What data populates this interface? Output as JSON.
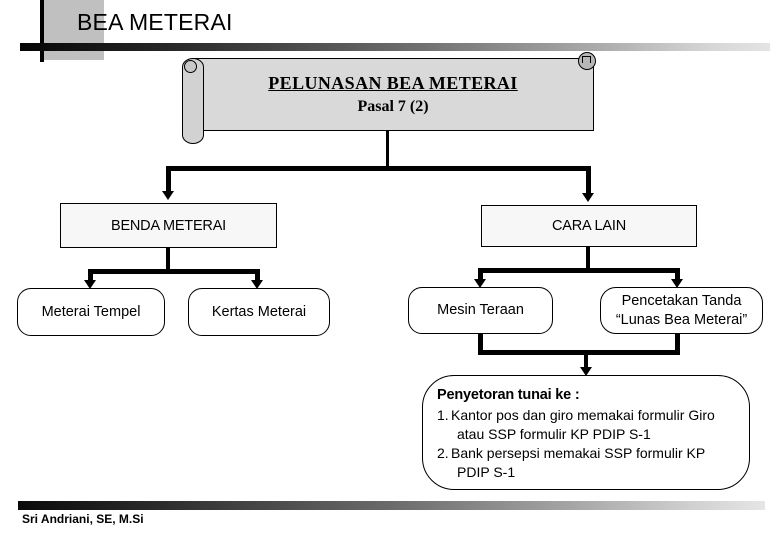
{
  "header": {
    "title": "BEA METERAI"
  },
  "footer": {
    "author": "Sri Andriani, SE, M.Si"
  },
  "banner": {
    "title": "PELUNASAN BEA METERAI",
    "subtitle": "Pasal 7 (2)"
  },
  "nodes": {
    "benda_meterai": "BENDA METERAI",
    "cara_lain": "CARA LAIN",
    "meterai_tempel": "Meterai Tempel",
    "kertas_meterai": "Kertas Meterai",
    "mesin_teraan": "Mesin Teraan",
    "pencetakan_tanda": "Pencetakan Tanda “Lunas Bea Meterai”"
  },
  "note": {
    "title": "Penyetoran tunai ke :",
    "items": [
      {
        "num": "1.",
        "text": "Kantor pos dan giro memakai formulir Giro atau SSP formulir KP PDIP S-1"
      },
      {
        "num": "2.",
        "text": "Bank persepsi memakai SSP formulir KP PDIP S-1"
      }
    ]
  },
  "colors": {
    "banner_fill": "#d9d9d9",
    "box_fill": "#f7f7f7",
    "header_block": "#c0c0c0",
    "line": "#000000"
  }
}
